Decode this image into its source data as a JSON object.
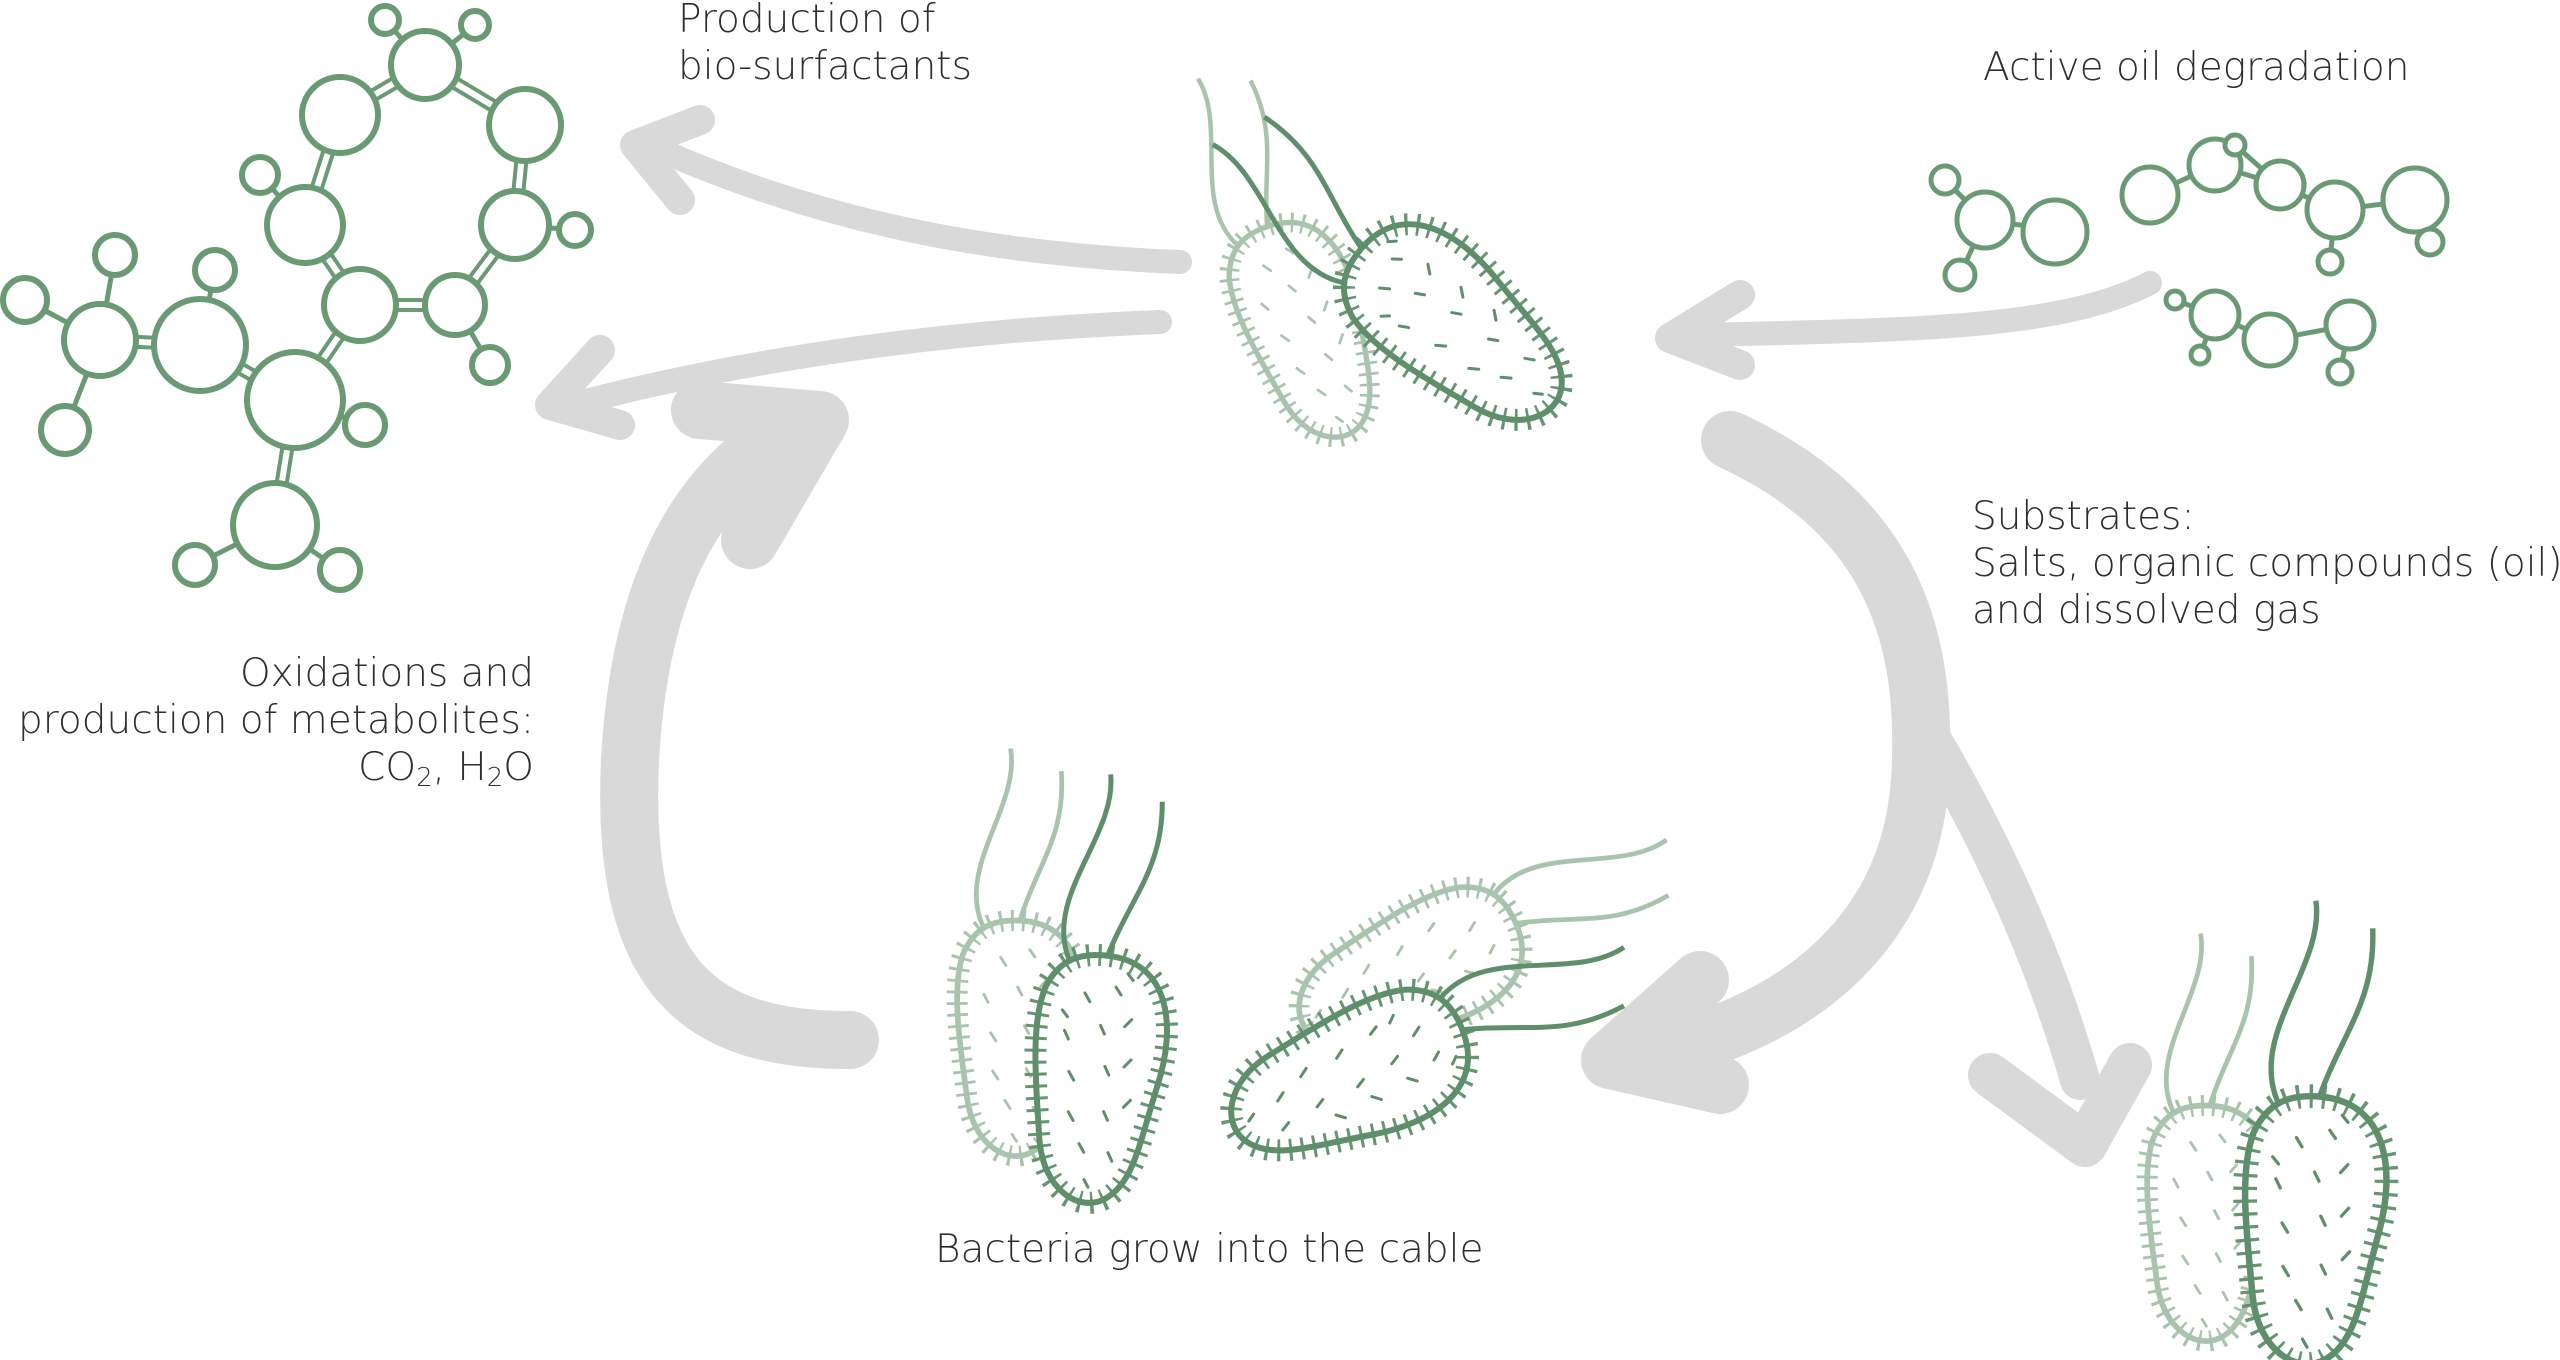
{
  "labels": {
    "bio_surfactants": {
      "line1": "Production of",
      "line2": "bio-surfactants"
    },
    "oil_degradation": "Active oil degradation",
    "substrates": {
      "line1": "Substrates:",
      "line2": "Salts, organic compounds (oil)",
      "line3": "and dissolved gas"
    },
    "oxidations": {
      "line1": "Oxidations and",
      "line2": "production of metabolites:",
      "co_prefix": "CO",
      "co_sub": "2",
      "sep": ", ",
      "h_prefix": "H",
      "h_sub": "2",
      "h_suffix": "O"
    },
    "grow": "Bacteria grow into the cable"
  },
  "colors": {
    "arrow": "#d9d9d9",
    "bacteria_dark": "#5e8f6a",
    "bacteria_light": "#a9c4ad",
    "molecule": "#6a9a74",
    "text": "#2e2e2e"
  },
  "icons": [
    "molecule-icon",
    "bacterium-icon",
    "cycle-arrow-icon"
  ]
}
